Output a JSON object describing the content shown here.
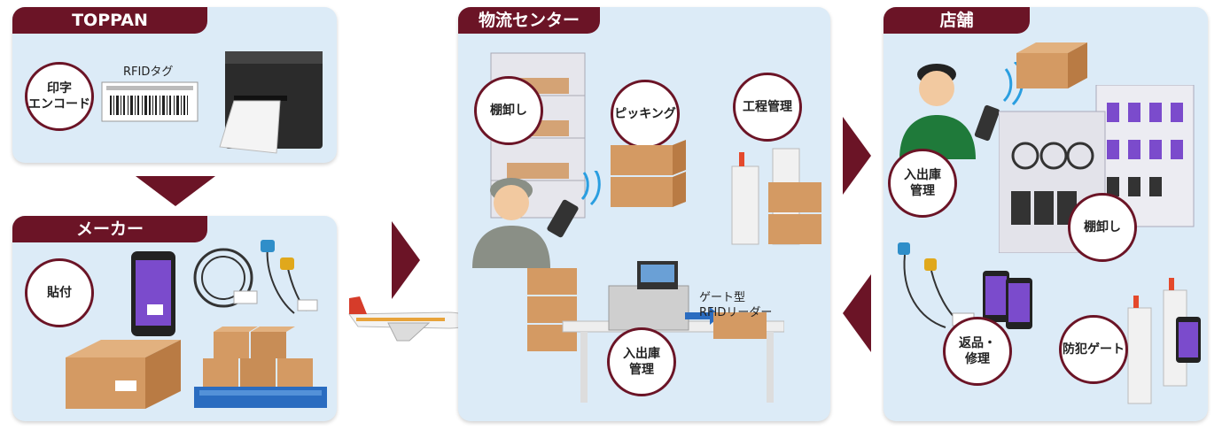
{
  "panels": {
    "toppan": {
      "title": "TOPPAN",
      "tag_label": "RFIDタグ",
      "circle": "印字\nエンコード"
    },
    "maker": {
      "title": "メーカー",
      "circle": "貼付"
    },
    "dc": {
      "title": "物流センター",
      "circles": [
        "棚卸し",
        "ピッキング",
        "工程管理",
        "入出庫\n管理"
      ],
      "gate_label": "ゲート型\nRFIDリーダー"
    },
    "store": {
      "title": "店舗",
      "circles": [
        "入出庫\n管理",
        "棚卸し",
        "返品・\n修理",
        "防犯ゲート"
      ]
    }
  },
  "colors": {
    "accent": "#6b1426",
    "panel_bg": "#dcebf7",
    "box": "#d49a63"
  }
}
